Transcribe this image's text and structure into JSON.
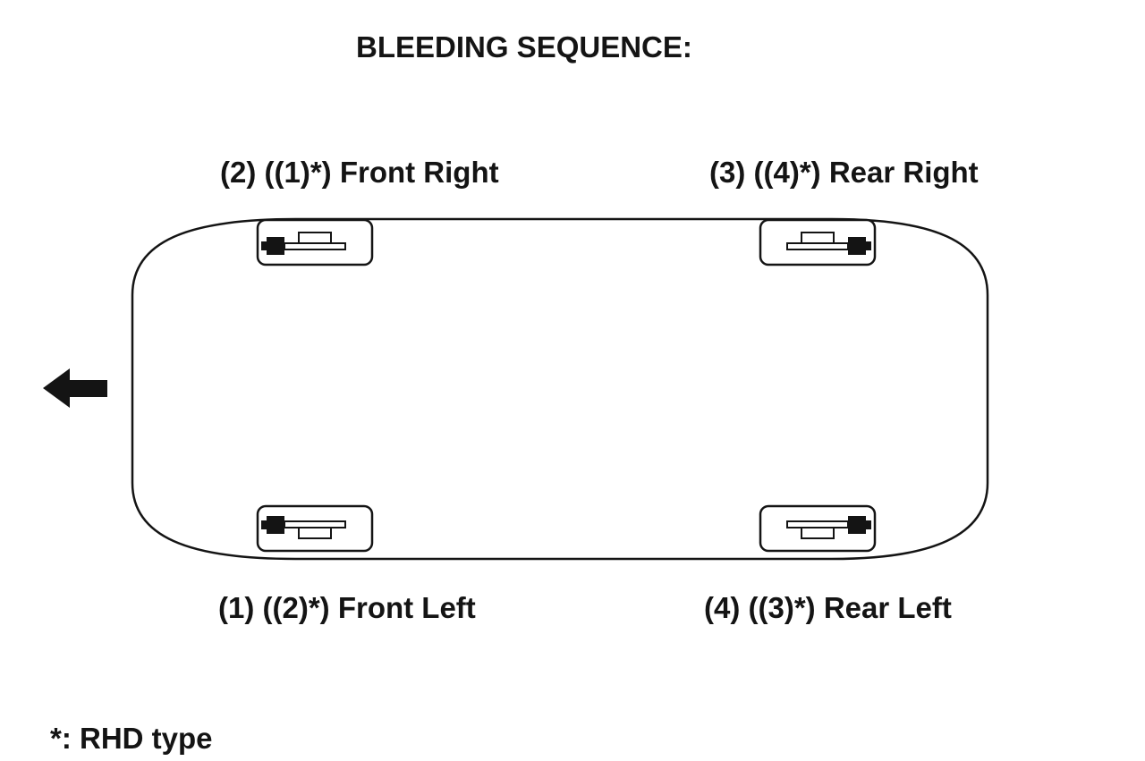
{
  "title": "BLEEDING SEQUENCE:",
  "wheels": {
    "front_right": "(2) ((1)*) Front Right",
    "rear_right": "(3) ((4)*) Rear Right",
    "front_left": "(1) ((2)*) Front Left",
    "rear_left": "(4) ((3)*) Rear Left"
  },
  "footnote": "*: RHD type",
  "icons": {
    "direction": "arrow-left-icon",
    "brake": "brake-caliper-icon"
  },
  "colors": {
    "line": "#141414",
    "background": "#ffffff"
  }
}
